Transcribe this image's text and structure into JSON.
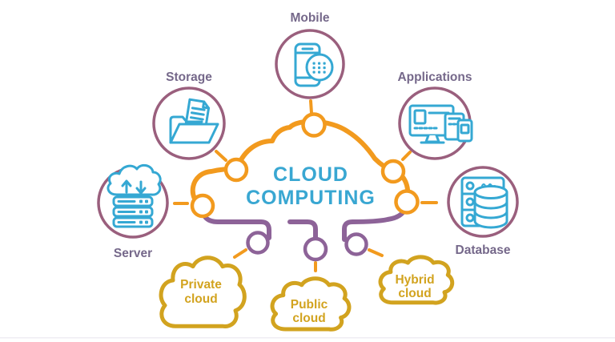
{
  "diagram_title": {
    "line1": "CLOUD",
    "line2": "COMPUTING"
  },
  "satellites": {
    "mobile": {
      "label": "Mobile"
    },
    "storage": {
      "label": "Storage"
    },
    "applications": {
      "label": "Applications"
    },
    "server": {
      "label": "Server"
    },
    "database": {
      "label": "Database"
    }
  },
  "deployment_clouds": {
    "private": {
      "line1": "Private",
      "line2": "cloud"
    },
    "public": {
      "line1": "Public",
      "line2": "cloud"
    },
    "hybrid": {
      "line1": "Hybrid",
      "line2": "cloud"
    }
  },
  "colors": {
    "teal": "#35A8D3",
    "title": "#39A7D2",
    "orange": "#F29A1E",
    "purple": "#8D6398",
    "gold": "#D2A31F",
    "ring": "#9A5F7D",
    "label": "#75688A"
  }
}
